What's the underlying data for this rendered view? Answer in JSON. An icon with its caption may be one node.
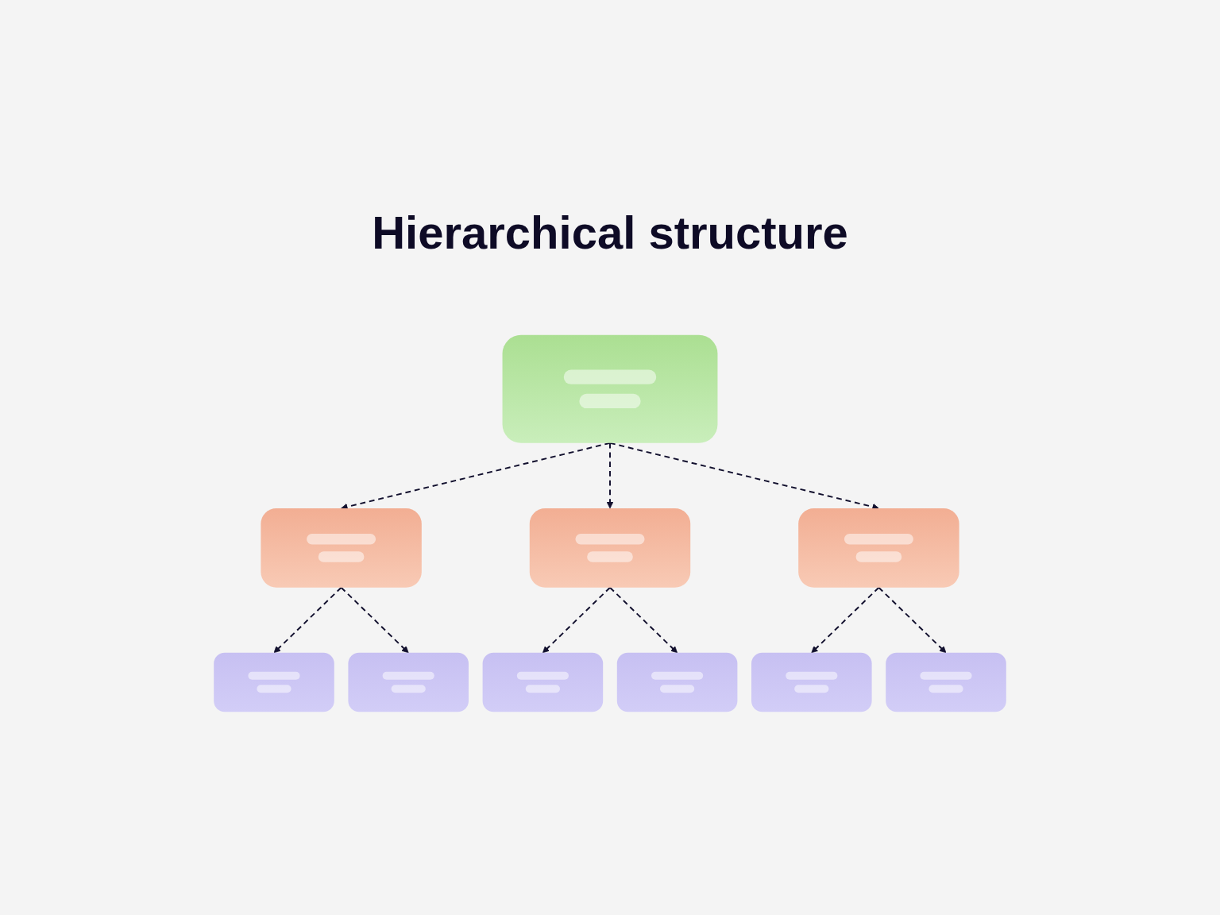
{
  "diagram": {
    "title": "Hierarchical structure",
    "nodes": [
      {
        "text": [],
        "shape": "box"
      },
      {
        "text": [],
        "shape": "box"
      },
      {
        "text": [],
        "shape": "box"
      },
      {
        "text": [],
        "shape": "box"
      },
      {
        "text": [],
        "shape": "box"
      },
      {
        "text": [],
        "shape": "box"
      },
      {
        "text": [],
        "shape": "box"
      },
      {
        "text": [],
        "shape": "box"
      },
      {
        "text": [],
        "shape": "box"
      },
      {
        "text": [],
        "shape": "box"
      }
    ],
    "edges": [
      {
        "from": 0,
        "to": 1,
        "arrow": "to",
        "style": "dashed"
      },
      {
        "from": 0,
        "to": 2,
        "arrow": "to",
        "style": "dashed"
      },
      {
        "from": 0,
        "to": 3,
        "arrow": "to",
        "style": "dashed"
      },
      {
        "from": 1,
        "to": 4,
        "arrow": "to",
        "style": "dashed"
      },
      {
        "from": 1,
        "to": 5,
        "arrow": "to",
        "style": "dashed"
      },
      {
        "from": 2,
        "to": 6,
        "arrow": "to",
        "style": "dashed"
      },
      {
        "from": 2,
        "to": 7,
        "arrow": "to",
        "style": "dashed"
      },
      {
        "from": 3,
        "to": 8,
        "arrow": "to",
        "style": "dashed"
      },
      {
        "from": 3,
        "to": 9,
        "arrow": "to",
        "style": "dashed"
      }
    ]
  }
}
